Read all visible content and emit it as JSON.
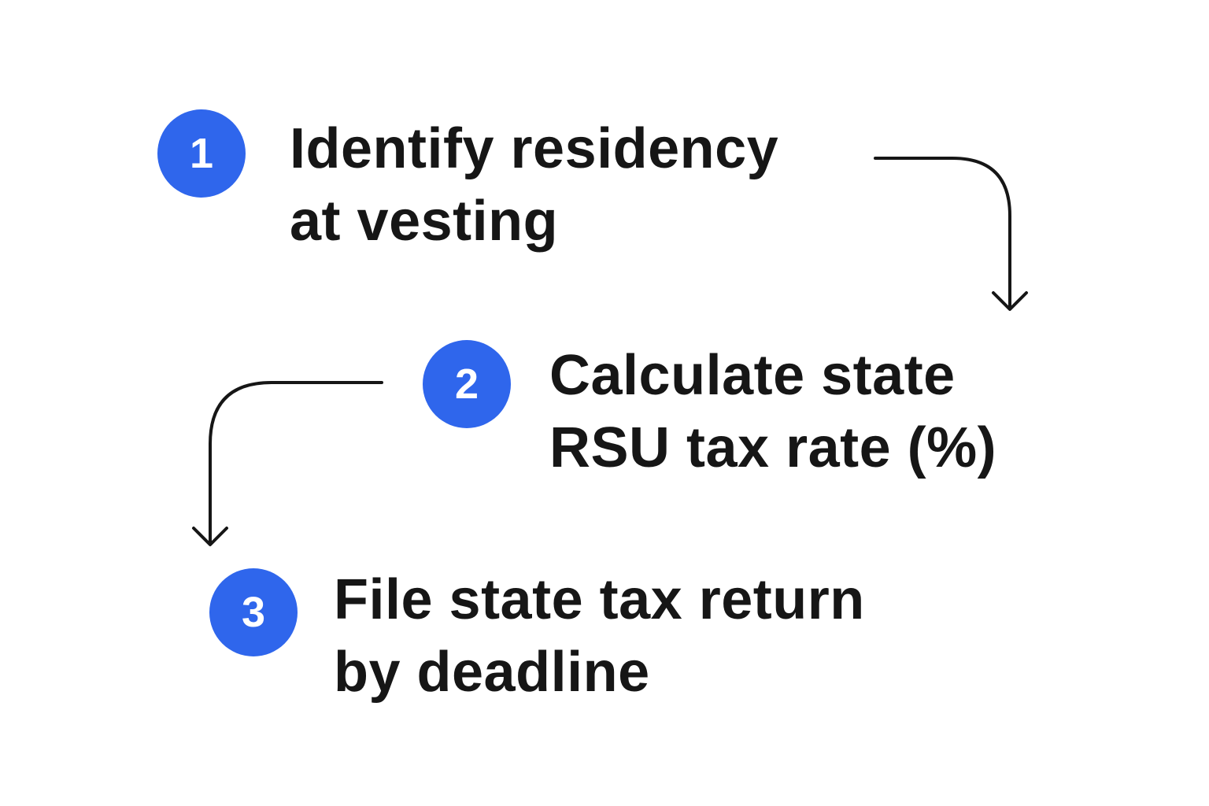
{
  "steps": [
    {
      "number": "1",
      "lines": [
        "Identify residency",
        "at vesting"
      ]
    },
    {
      "number": "2",
      "lines": [
        "Calculate state",
        "RSU tax rate (%)"
      ]
    },
    {
      "number": "3",
      "lines": [
        "File state tax return",
        "by deadline"
      ]
    }
  ],
  "colors": {
    "badge": "#2F66EC",
    "text": "#161616",
    "arrow": "#161616",
    "background": "#FFFFFF"
  },
  "icons": {
    "connector_1_to_2": "curved-down-arrow-icon",
    "connector_2_to_3": "curved-down-arrow-icon"
  }
}
